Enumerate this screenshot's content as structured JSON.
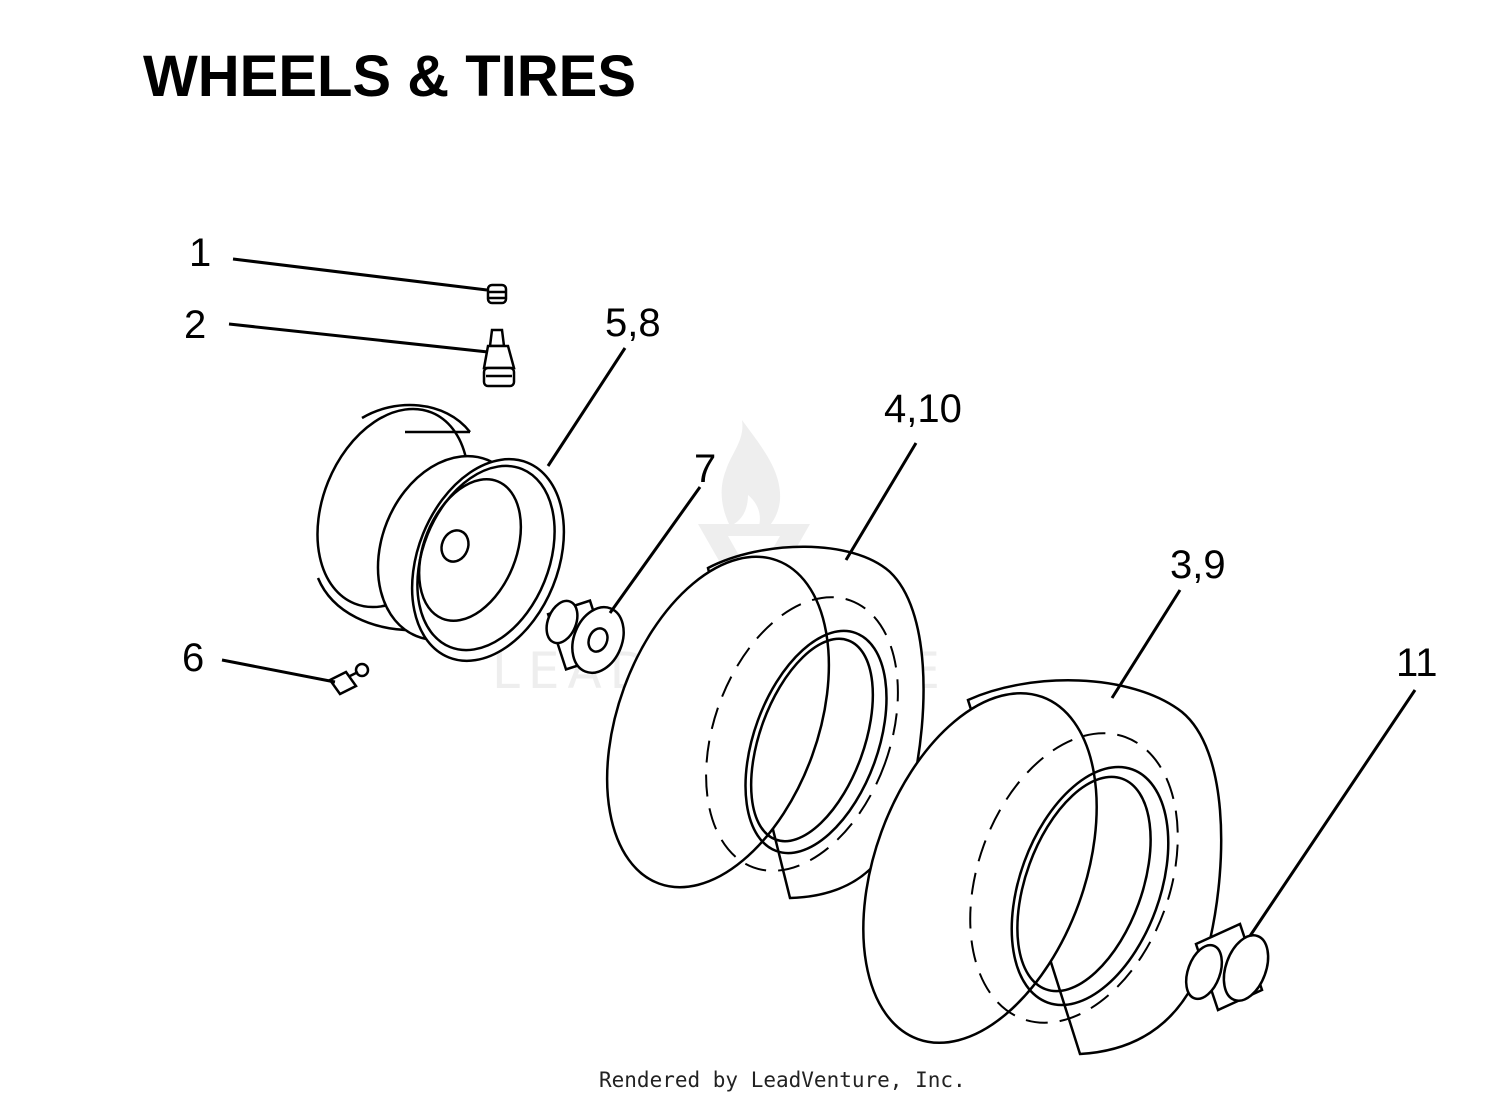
{
  "title": "WHEELS & TIRES",
  "callouts": [
    {
      "id": "c1",
      "label": "1",
      "part": "valve-cap"
    },
    {
      "id": "c2",
      "label": "2",
      "part": "valve-stem"
    },
    {
      "id": "c58",
      "label": "5,8",
      "part": "wheel-rim"
    },
    {
      "id": "c6",
      "label": "6",
      "part": "grease-fitting"
    },
    {
      "id": "c7",
      "label": "7",
      "part": "bushing"
    },
    {
      "id": "c410",
      "label": "4,10",
      "part": "front-tire"
    },
    {
      "id": "c39",
      "label": "3,9",
      "part": "rear-tire"
    },
    {
      "id": "c11",
      "label": "11",
      "part": "bearing-sleeve"
    }
  ],
  "watermark": {
    "text": "LEADVENTURE",
    "icon": "flame-v-logo-icon"
  },
  "footer": "Rendered by LeadVenture, Inc."
}
